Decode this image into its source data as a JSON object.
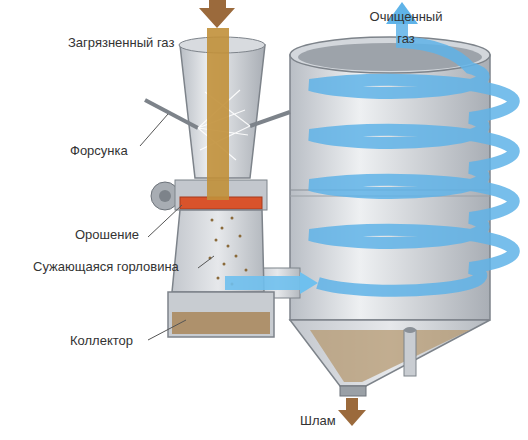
{
  "diagram": {
    "labels": [
      "Загрязненный газ",
      "Очищенный газ",
      "Форсунка",
      "Орошение",
      "Сужающаяся горловина",
      "Коллектор",
      "Шлам"
    ]
  }
}
